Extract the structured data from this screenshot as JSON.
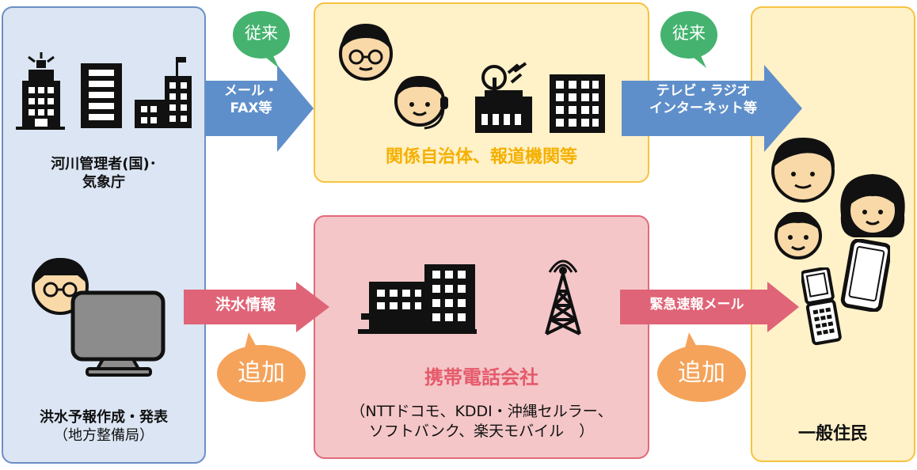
{
  "left_panel": {
    "top_label_line1": "河川管理者(国)･",
    "top_label_line2": "気象庁",
    "bottom_label_line1": "洪水予報作成・発表",
    "bottom_label_line2": "（地方整備局）",
    "color": "#dbe5f3",
    "border": "#6a8fc6"
  },
  "top_panel": {
    "label": "関係自治体、報道機関等",
    "color": "#fff1c8",
    "border": "#f6c342",
    "label_color": "#f5b000"
  },
  "middle_panel": {
    "label": "携帯電話会社",
    "carriers_line1": "（NTTドコモ、KDDI・沖縄セルラー、",
    "carriers_line2": "ソフトバンク、楽天モバイル　）",
    "color": "#f4c6c8",
    "border": "#e06b7a",
    "label_color": "#e55a6b"
  },
  "right_panel": {
    "label": "一般住民",
    "color": "#fff1c8",
    "border": "#f6c342"
  },
  "arrows": {
    "top_left_line1": "メール・",
    "top_left_line2": "FAX等",
    "top_right_line1": "テレビ・ラジオ",
    "top_right_line2": "インターネット等",
    "bottom_left": "洪水情報",
    "bottom_right": "緊急速報メール",
    "blue": "#5f8fca",
    "pink": "#e06477"
  },
  "bubbles": {
    "conventional": "従来",
    "added": "追加",
    "green": "#45b36f",
    "orange": "#f5a35a"
  }
}
